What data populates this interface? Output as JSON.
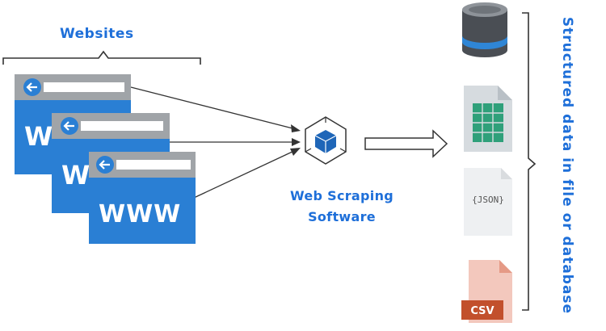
{
  "websites": {
    "title": "Websites",
    "cards": [
      {
        "url_text": "W"
      },
      {
        "url_text": "W"
      },
      {
        "url_text": "WWW"
      }
    ]
  },
  "software": {
    "line1": "Web Scraping",
    "line2": "Software"
  },
  "outputs": {
    "group_label": "Structured data in file or database",
    "items": [
      {
        "name": "database",
        "text": ""
      },
      {
        "name": "spreadsheet",
        "text": ""
      },
      {
        "name": "json",
        "text": "{JSON}"
      },
      {
        "name": "csv",
        "text": "CSV"
      }
    ]
  },
  "colors": {
    "accent": "#1e6fd9",
    "card_blue": "#2a7fd4",
    "card_gray": "#a0a4a8",
    "csv_red": "#c2502c",
    "sheet_green": "#2fa07a"
  }
}
